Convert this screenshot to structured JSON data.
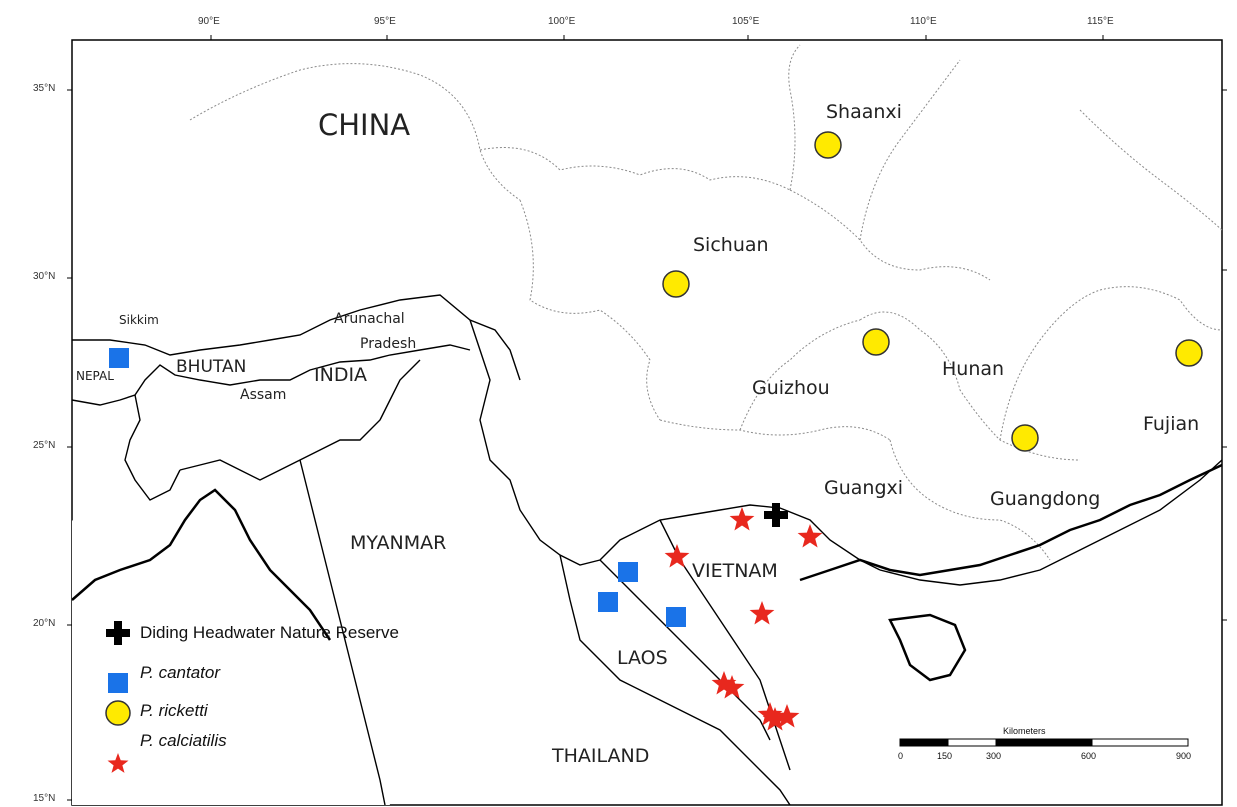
{
  "map": {
    "lon_ticks": [
      "90°E",
      "95°E",
      "100°E",
      "105°E",
      "110°E",
      "115°E"
    ],
    "lat_ticks": [
      "35°N",
      "30°N",
      "25°N",
      "20°N",
      "15°N"
    ],
    "countries": [
      "CHINA",
      "INDIA",
      "BHUTAN",
      "NEPAL",
      "MYANMAR",
      "VIETNAM",
      "LAOS",
      "THAILAND"
    ],
    "provinces": [
      "Shaanxi",
      "Sichuan",
      "Guizhou",
      "Hunan",
      "Fujian",
      "Guangxi",
      "Guangdong",
      "Sikkim",
      "Arunachal",
      "Pradesh",
      "Assam"
    ],
    "colors": {
      "p_cantator": "#1a73e8",
      "p_ricketti": "#ffea00",
      "p_calciatilis": "#e8281e",
      "reserve": "#000000"
    }
  },
  "legend": {
    "items": [
      {
        "label": "Diding Headwater Nature Reserve",
        "symbol": "cross-icon"
      },
      {
        "label": "P. cantator",
        "symbol": "square-icon"
      },
      {
        "label": "P. ricketti",
        "symbol": "circle-icon"
      },
      {
        "label": "P. calciatilis",
        "symbol": "star-icon"
      }
    ]
  },
  "scale_bar": {
    "title": "Kilometers",
    "ticks": [
      "0",
      "150",
      "300",
      "600",
      "900"
    ]
  }
}
